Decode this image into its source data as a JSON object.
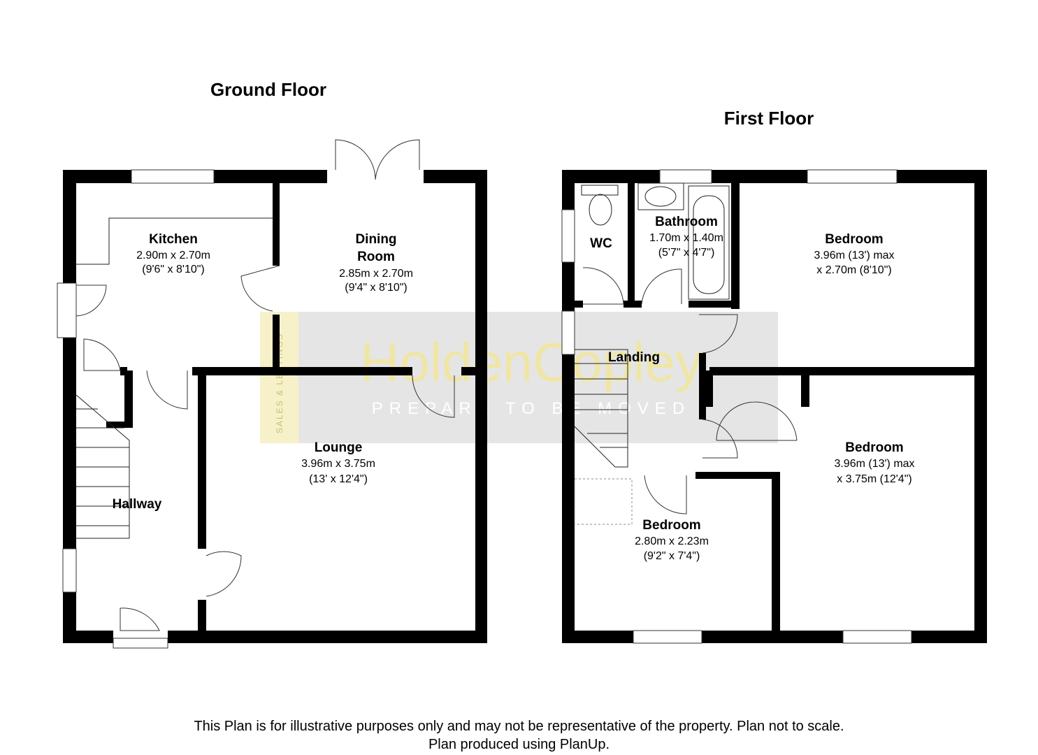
{
  "floors": {
    "ground": {
      "title": "Ground Floor"
    },
    "first": {
      "title": "First Floor"
    }
  },
  "rooms": {
    "kitchen": {
      "name": "Kitchen",
      "dim1": "2.90m x 2.70m",
      "dim2": "(9'6\" x 8'10\")"
    },
    "dining": {
      "name1": "Dining",
      "name2": "Room",
      "dim1": "2.85m x 2.70m",
      "dim2": "(9'4\" x 8'10\")"
    },
    "lounge": {
      "name": "Lounge",
      "dim1": "3.96m x 3.75m",
      "dim2": "(13' x 12'4\")"
    },
    "hallway": {
      "name": "Hallway"
    },
    "wc": {
      "name": "WC"
    },
    "bathroom": {
      "name": "Bathroom",
      "dim1": "1.70m x 1.40m",
      "dim2": "(5'7\" x 4'7\")"
    },
    "bedroom1": {
      "name": "Bedroom",
      "dim1": "3.96m (13') max",
      "dim2": "x 2.70m (8'10\")"
    },
    "landing": {
      "name": "Landing"
    },
    "bedroom2": {
      "name": "Bedroom",
      "dim1": "3.96m (13') max",
      "dim2": "x 3.75m (12'4\")"
    },
    "bedroom3": {
      "name": "Bedroom",
      "dim1": "2.80m x 2.23m",
      "dim2": "(9'2\" x 7'4\")"
    }
  },
  "watermark": {
    "brand": "HoldenCopley",
    "tagline": "PREPARE TO BE MOVED",
    "side_text": "SALES & LETTINGS",
    "colors": {
      "brand": "#efe6a6",
      "box": "#dcdcdc",
      "tag": "#ffffff",
      "side_box": "#f6f1c8"
    }
  },
  "footer": {
    "line1": "This Plan is for illustrative purposes only and may not be representative of the property. Plan not to scale.",
    "line2": "Plan produced using PlanUp."
  },
  "colors": {
    "wall": "#000000",
    "background": "#ffffff"
  }
}
